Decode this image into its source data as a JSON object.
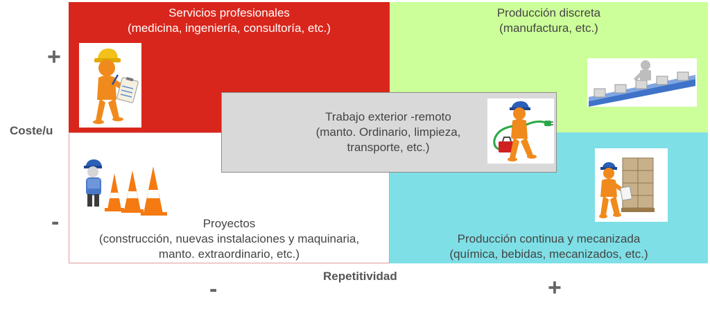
{
  "quadrants": {
    "top_left": {
      "title": "Servicios profesionales",
      "subtitle": "(medicina, ingeniería, consultoría, etc.)",
      "color": "#d9261c"
    },
    "top_right": {
      "title": "Producción discreta",
      "subtitle": "(manufactura, etc.)",
      "color": "#ccff99"
    },
    "bottom_left": {
      "title": "Proyectos",
      "line2": "(construcción, nuevas instalaciones y maquinaria,",
      "line3": "manto. extraordinario, etc.)",
      "color": "#ffffff"
    },
    "bottom_right": {
      "title": "Producción continua y mecanizada",
      "subtitle": "(química, bebidas, mecanizados, etc.)",
      "color": "#7fdfe6"
    }
  },
  "center": {
    "line1": "Trabajo exterior -remoto",
    "line2": "(manto. Ordinario, limpieza,",
    "line3": "transporte, etc.)",
    "color": "#d9d9d9"
  },
  "axes": {
    "y_label": "Coste/u",
    "y_high": "+",
    "y_low": "-",
    "x_label": "Repetitividad",
    "x_low": "-",
    "x_high": "+"
  },
  "illustrations": {
    "engineer": "worker-clipboard-icon",
    "cones": "worker-traffic-cones-icon",
    "electrician": "worker-cable-toolbox-icon",
    "conveyor": "assembly-line-icon",
    "boxes": "worker-boxes-icon"
  }
}
